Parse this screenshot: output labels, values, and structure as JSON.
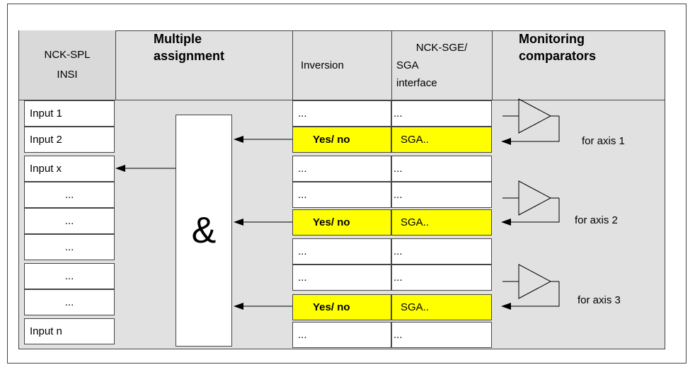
{
  "headers": {
    "nck_spl": [
      "NCK-SPL",
      "INSI"
    ],
    "multiple": [
      "Multiple",
      "assignment"
    ],
    "inversion": "Inversion",
    "interface": [
      "NCK-SGE/",
      "SGA",
      "interface"
    ],
    "monitoring": [
      "Monitoring",
      "comparators"
    ]
  },
  "inputs": [
    "Input 1",
    "Input 2",
    "Input x",
    "...",
    "...",
    "...",
    "...",
    "...",
    "Input n"
  ],
  "inversion_col": [
    "...",
    "Yes/ no",
    "...",
    "...",
    "Yes/ no",
    "...",
    "...",
    "Yes/ no",
    "..."
  ],
  "interface_col": [
    "...",
    "SGA..",
    "...",
    "...",
    "SGA..",
    "...",
    "...",
    "SGA..",
    "..."
  ],
  "and_symbol": "&",
  "axes": [
    "for axis 1",
    "for axis 2",
    "for axis 3"
  ],
  "colors": {
    "highlight": "#ffff00",
    "panel": "#e1e1e1",
    "line": "#000000"
  }
}
